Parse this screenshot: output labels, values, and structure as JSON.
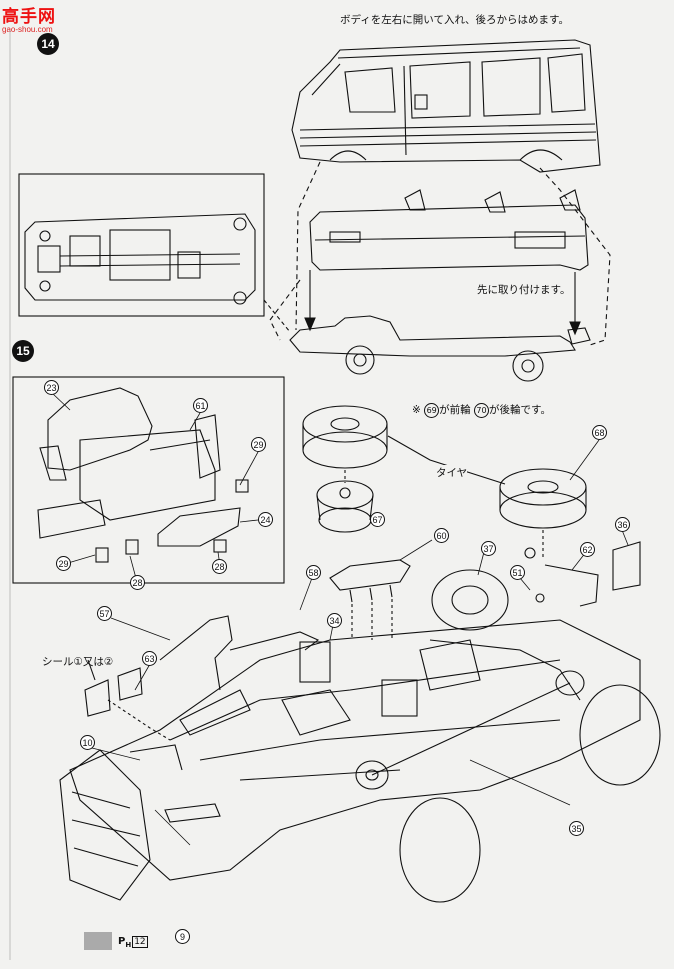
{
  "watermark": {
    "title": "高手网",
    "url": "gao-shou.com"
  },
  "steps": [
    {
      "number": "14"
    },
    {
      "number": "15"
    }
  ],
  "notes": {
    "body_instruction": "ボディを左右に開いて入れ、後ろからはめます。",
    "attach_first": "先に取り付けます。",
    "tire_note_pre": "※",
    "tire_note_front_num": "69",
    "tire_note_mid": "が前輪",
    "tire_note_rear_num": "70",
    "tire_note_post": "が後輪です。",
    "tire_label": "タイヤ",
    "seal_label": "シール①又は②"
  },
  "parts": {
    "p23": "23",
    "p61": "61",
    "p29a": "29",
    "p24": "24",
    "p29b": "29",
    "p28a": "28",
    "p28b": "28",
    "p67": "67",
    "p68": "68",
    "p60": "60",
    "p36": "36",
    "p37": "37",
    "p62": "62",
    "p51": "51",
    "p58": "58",
    "p34": "34",
    "p57": "57",
    "p63": "63",
    "p10": "10",
    "p35": "35",
    "p9": "9"
  },
  "legend": {
    "label": "P",
    "sub": "H",
    "number": "12"
  }
}
